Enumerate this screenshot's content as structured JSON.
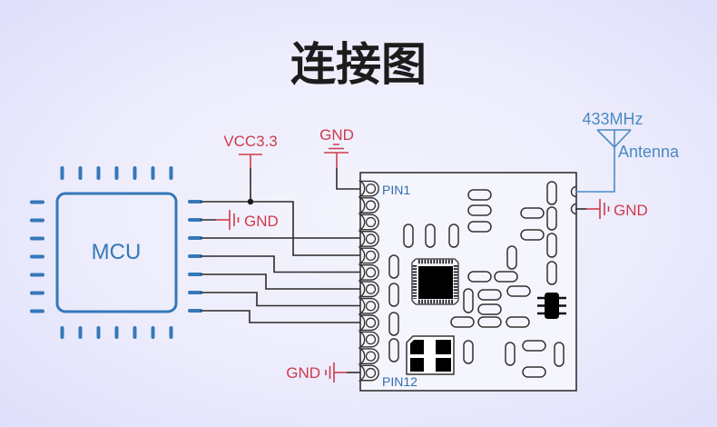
{
  "title": "连接图",
  "mcu": {
    "label": "MCU",
    "pins_per_side": 7
  },
  "module": {
    "pin_count": 12,
    "first_pin_label": "PIN1",
    "last_pin_label": "PIN12"
  },
  "labels": {
    "vcc": "VCC3.3",
    "gnd_module_pin1": "GND",
    "gnd_mcu_pin2": "GND",
    "gnd_module_pin12": "GND",
    "gnd_antenna_side": "GND",
    "antenna_freq": "433MHz",
    "antenna": "Antenna"
  },
  "connections": [
    {
      "from": "MCU right pin 1",
      "to": [
        "VCC3.3",
        "Module pin 5"
      ]
    },
    {
      "from": "MCU right pin 2",
      "to": [
        "GND"
      ]
    },
    {
      "from": "MCU right pin 3",
      "to": [
        "Module pin 4"
      ]
    },
    {
      "from": "MCU right pin 4",
      "to": [
        "Module pin 6"
      ]
    },
    {
      "from": "MCU right pin 5",
      "to": [
        "Module pin 7"
      ]
    },
    {
      "from": "MCU right pin 6",
      "to": [
        "Module pin 8"
      ]
    },
    {
      "from": "MCU right pin 7",
      "to": [
        "Module pin 9"
      ]
    },
    {
      "from": "Module pin 1",
      "to": [
        "GND"
      ]
    },
    {
      "from": "Module pin 12",
      "to": [
        "GND"
      ]
    },
    {
      "from": "Module RF pad",
      "to": [
        "433MHz Antenna"
      ]
    },
    {
      "from": "Module RF ground pad",
      "to": [
        "GND"
      ]
    }
  ],
  "colors": {
    "mcu_blue": "#3578b9",
    "label_blue": "#2f6db0",
    "antenna_blue": "#4a8ac4",
    "power_red": "#d03a4c",
    "wire": "#2b2b2b",
    "title": "#1c1c1c"
  }
}
